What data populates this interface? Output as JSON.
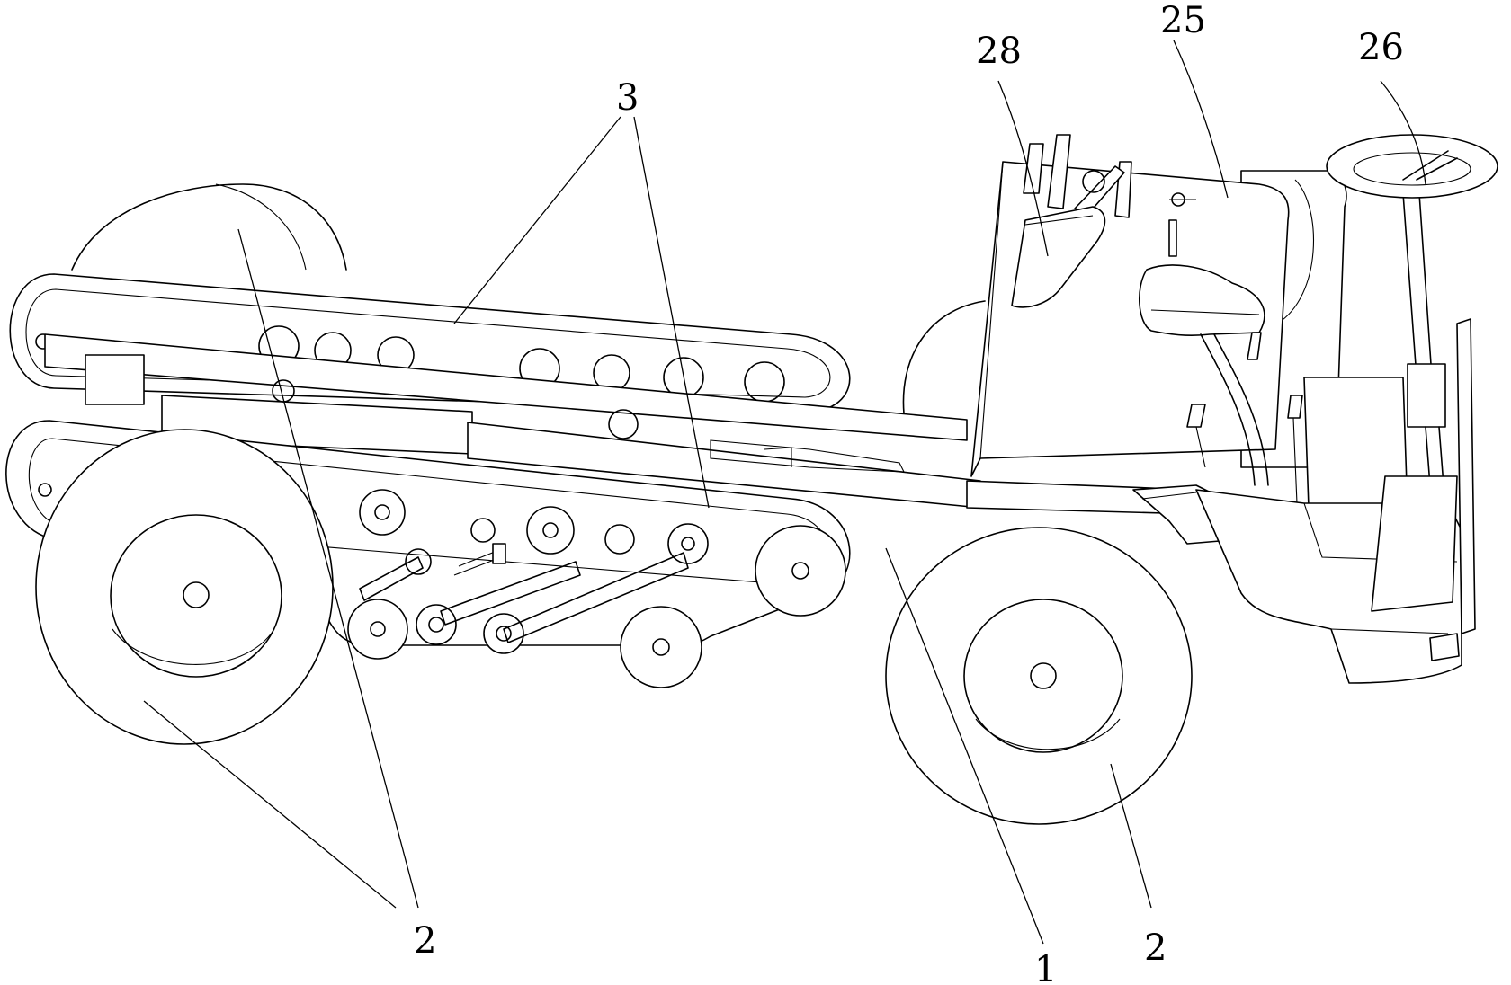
{
  "labels": {
    "l28": "28",
    "l25": "25",
    "l26": "26",
    "l3": "3",
    "l2_left": "2",
    "l1": "1",
    "l2_right": "2"
  }
}
